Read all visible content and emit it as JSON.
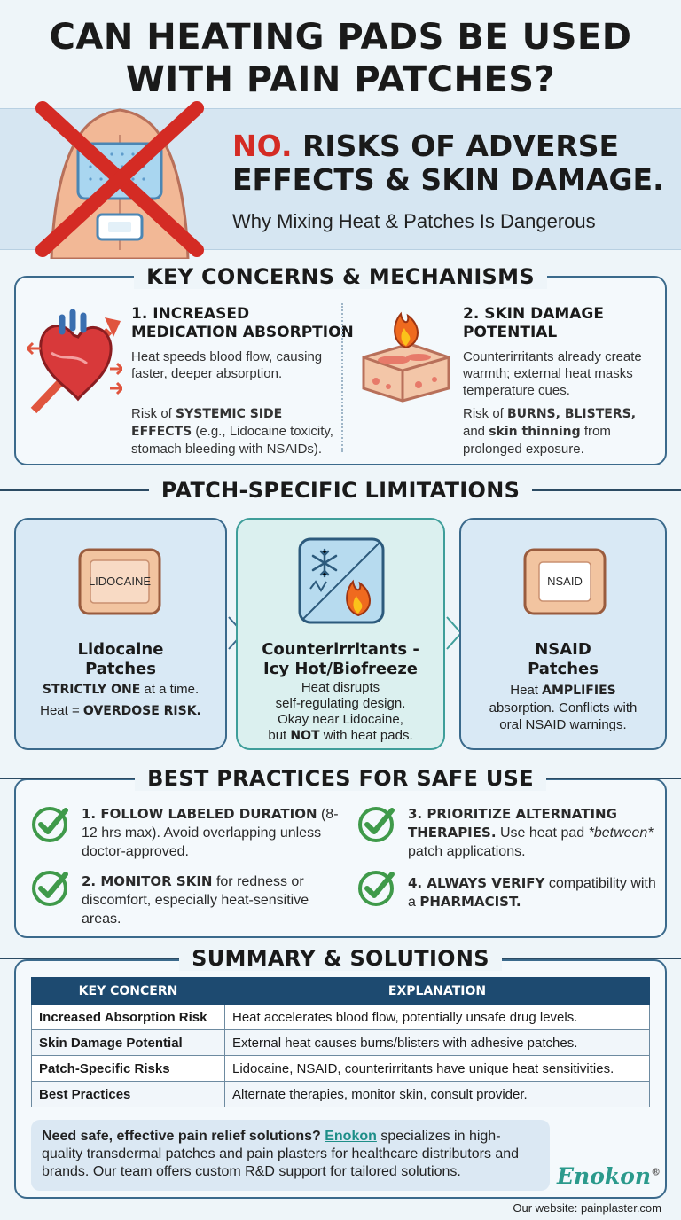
{
  "title": {
    "line1": "CAN HEATING PADS BE USED",
    "line2": "WITH PAIN PATCHES?"
  },
  "hero": {
    "no": "NO.",
    "headline_rest": " RISKS OF ADVERSE",
    "headline_line2": "EFFECTS & SKIN DAMAGE.",
    "subtitle": "Why Mixing Heat & Patches Is Dangerous"
  },
  "sections": {
    "concerns": "KEY CONCERNS & MECHANISMS",
    "limitations": "PATCH-SPECIFIC LIMITATIONS",
    "best_practices": "BEST PRACTICES FOR SAFE USE",
    "summary": "SUMMARY & SOLUTIONS"
  },
  "concerns": [
    {
      "title_line1": "1. INCREASED",
      "title_line2": "MEDICATION ABSORPTION",
      "text": "Heat speeds blood flow, causing faster, deeper absorption.",
      "risk_prefix": "Risk of ",
      "risk_bold": "SYSTEMIC SIDE EFFECTS",
      "risk_rest": " (e.g., Lidocaine toxicity, stomach bleeding with NSAIDs)."
    },
    {
      "title_line1": "2. SKIN DAMAGE",
      "title_line2": "POTENTIAL",
      "text": "Counterirritants already create warmth; external heat masks temperature cues.",
      "risk_prefix": "Risk of ",
      "risk_bold": "BURNS, BLISTERS,",
      "risk_mid": " and ",
      "risk_bold2": "skin thinning",
      "risk_rest": " from prolonged exposure."
    }
  ],
  "patches": [
    {
      "icon_label": "LIDOCAINE",
      "name_line1": "Lidocaine",
      "name_line2": "Patches",
      "text1_bold": "STRICTLY ONE",
      "text1_rest": " at a time.",
      "text2_prefix": "Heat = ",
      "text2_bold": "OVERDOSE RISK."
    },
    {
      "name_line1": "Counterirritants -",
      "name_line2": "Icy Hot/Biofreeze",
      "text_line1": "Heat disrupts",
      "text_line2": "self-regulating design.",
      "text_line3": "Okay near Lidocaine,",
      "text4_prefix": "but ",
      "text4_bold": "NOT",
      "text4_rest": " with heat pads."
    },
    {
      "icon_label": "NSAID",
      "name_line1": "NSAID",
      "name_line2": "Patches",
      "text1_prefix": "Heat ",
      "text1_bold": "AMPLIFIES",
      "text_line2": "absorption. Conflicts with",
      "text_line3": "oral NSAID warnings."
    }
  ],
  "best_practices": [
    {
      "bold": "1. FOLLOW LABELED DURATION",
      "rest": " (8-12 hrs max). Avoid overlapping unless doctor-approved."
    },
    {
      "bold": "2. MONITOR SKIN",
      "rest": " for redness or discomfort, especially heat-sensitive areas."
    },
    {
      "bold": "3. PRIORITIZE ALTERNATING THERAPIES.",
      "rest_a": " Use heat pad ",
      "em": "*between*",
      "rest_b": " patch applications."
    },
    {
      "bold": "4. ALWAYS VERIFY",
      "rest": " compatibility with a ",
      "bold2": "PHARMACIST."
    }
  ],
  "table": {
    "headers": [
      "KEY CONCERN",
      "EXPLANATION"
    ],
    "rows": [
      [
        "Increased Absorption Risk",
        "Heat accelerates blood flow, potentially unsafe drug levels."
      ],
      [
        "Skin Damage Potential",
        "External heat causes burns/blisters with adhesive patches."
      ],
      [
        "Patch-Specific Risks",
        "Lidocaine, NSAID, counterirritants have unique heat sensitivities."
      ],
      [
        "Best Practices",
        "Alternate therapies, monitor skin, consult provider."
      ]
    ]
  },
  "promo": {
    "bold": "Need safe, effective pain relief solutions?",
    "brand": "Enokon",
    "rest": " specializes in high-quality transdermal patches and pain plasters for healthcare distributors and brands. Our team offers custom R&D support for tailored solutions."
  },
  "brand_logo": {
    "name": "Enokon",
    "mark": "®"
  },
  "website": "Our website: painplaster.com",
  "colors": {
    "accent": "#d42b24",
    "navy": "#1d4a70",
    "teal": "#2b9a8c",
    "check": "#3f9a4a"
  }
}
